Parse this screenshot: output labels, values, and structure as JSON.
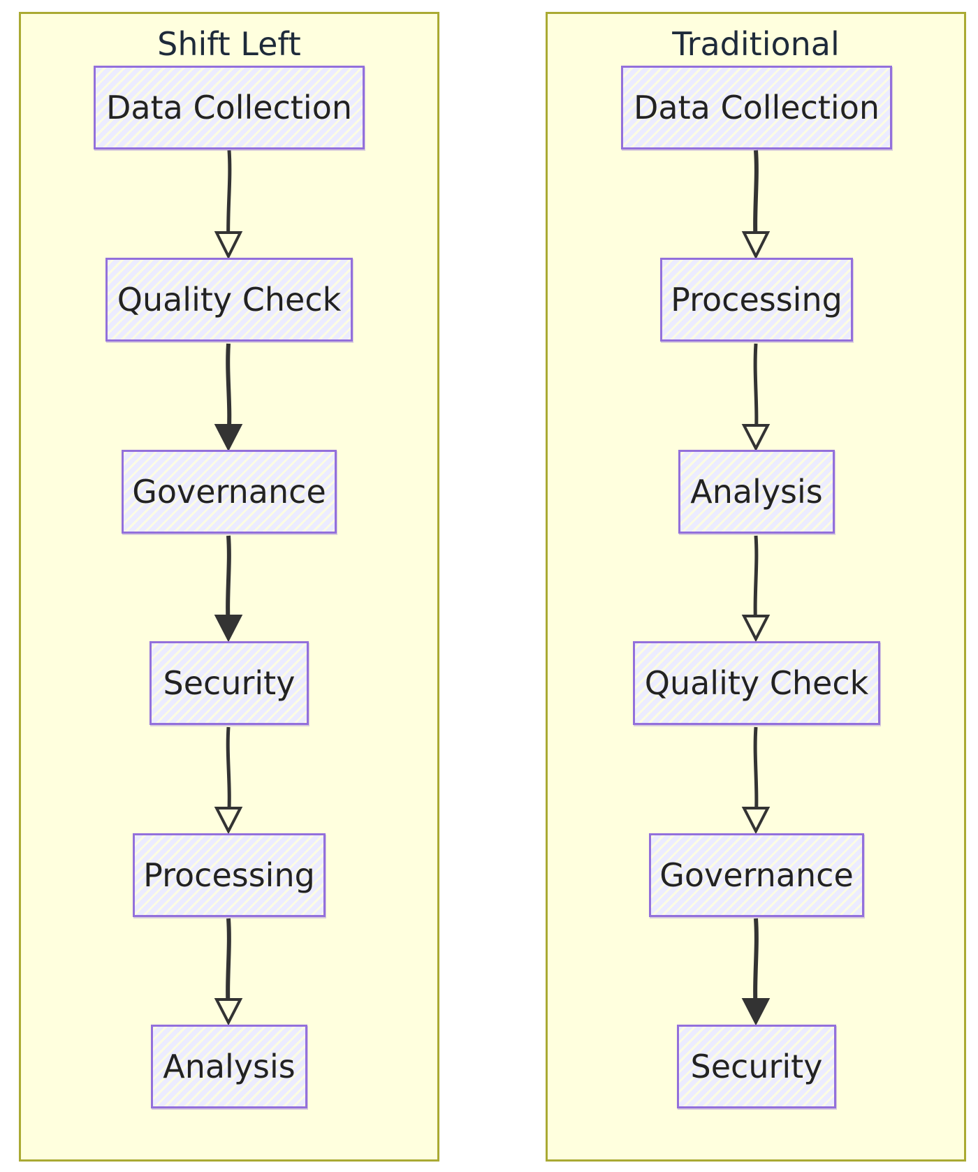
{
  "colors": {
    "cluster_fill": "#ffffde",
    "cluster_border": "#aaaa33",
    "node_fill": "#ececff",
    "node_border": "#9370db",
    "edge": "#333333",
    "text": "#222222"
  },
  "clusters": [
    {
      "title": "Shift Left",
      "nodes": [
        "Data Collection",
        "Quality Check",
        "Governance",
        "Security",
        "Processing",
        "Analysis"
      ]
    },
    {
      "title": "Traditional",
      "nodes": [
        "Data Collection",
        "Processing",
        "Analysis",
        "Quality Check",
        "Governance",
        "Security"
      ]
    }
  ]
}
